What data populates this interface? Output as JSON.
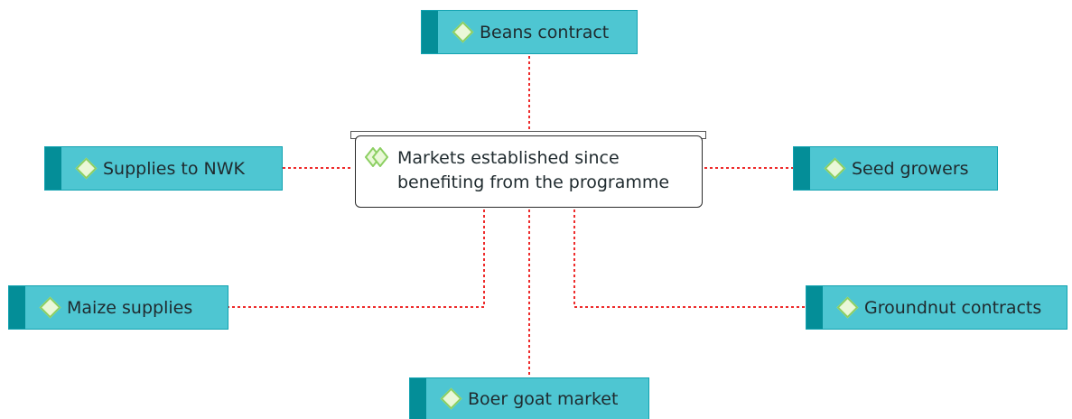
{
  "central": {
    "label_line1": "Markets established since",
    "label_line2": "benefiting from the programme",
    "icon": "double-diamond-icon"
  },
  "nodes": {
    "beans": "Beans contract",
    "supplies_nwk": "Supplies to NWK",
    "seed_growers": "Seed growers",
    "maize": "Maize supplies",
    "groundnut": "Groundnut contracts",
    "boer_goat": "Boer goat market"
  },
  "colors": {
    "node_fill": "#4ec6d2",
    "node_stripe": "#048e98",
    "connector": "#ee2b2b",
    "diamond_fill": "#eaf8d8",
    "diamond_border": "#8ccf62"
  }
}
